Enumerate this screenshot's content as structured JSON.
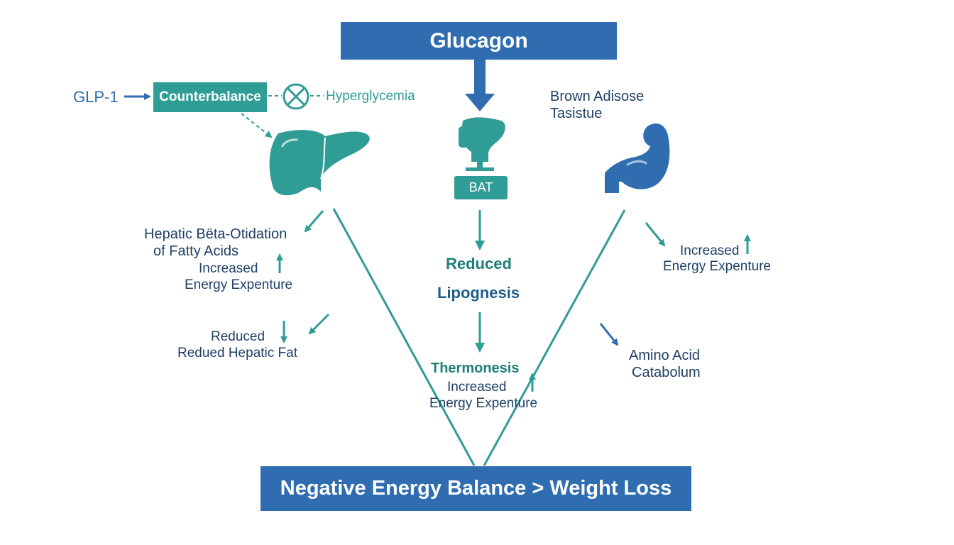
{
  "title": "Glucagon",
  "glp1": {
    "label": "GLP-1",
    "counterbalance": "Counterbalance",
    "inhibits": "Hyperglycemia"
  },
  "center": {
    "bat_label": "BAT",
    "reduced": "Reduced",
    "lipogenesis": "Lipognesis",
    "thermogenesis": "Thermonesis",
    "increased": "Increased",
    "energy_expenditure": "Energy Expenture"
  },
  "left": {
    "beta_oxidation_line1": "Hepatic Bëta-Otidation",
    "beta_oxidation_line2": "of Fatty Acids",
    "increased": "Increased",
    "energy_expenditure": "Energy Expenture",
    "reduced": "Reduced",
    "hepatic_fat": "Redued Hepatic Fat"
  },
  "right": {
    "bat_title_line1": "Brown Adisose",
    "bat_title_line2": "Tasistue",
    "increased": "Increased",
    "energy_expenditure": "Energy Expenture",
    "amino_line1": "Amino Acid",
    "amino_line2": "Catabolum"
  },
  "outcome": "Negative Energy Balance > Weight Loss",
  "colors": {
    "blue": "#2f6db0",
    "teal": "#2f9c96",
    "navy": "#1f3f66",
    "dark_teal": "#1f7f78"
  },
  "icons": {
    "liver": "liver-icon",
    "pancreas": "pancreas-icon",
    "muscle": "muscle-icon",
    "inhibit": "inhibit-icon"
  }
}
